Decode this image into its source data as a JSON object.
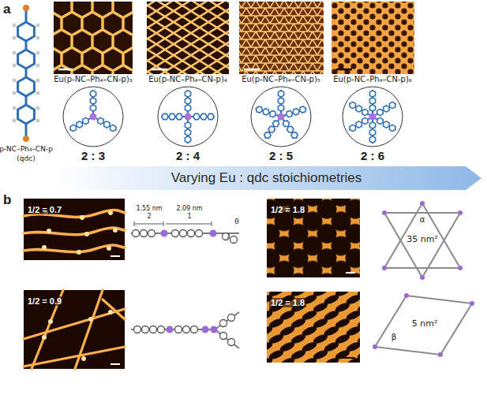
{
  "diagram": {
    "nodes": [
      {
        "text": [
          "Varying Eu : qdc stoichiometries"
        ]
      },
      {
        "text": [
          "1/2 = 0.7"
        ]
      },
      {
        "text": [
          "1/2 = 0.9"
        ]
      },
      {
        "text": [
          "1/2 = 1.8"
        ]
      },
      {
        "text": [
          "1/2 = 1.8"
        ]
      }
    ],
    "labels": [
      "a",
      "p-NC–Ph₄–CN-p",
      "(qdc)",
      "Eu(p-NC–Ph₄–CN-p)₃",
      "Eu(p-NC–Ph₄–CN-p)₄",
      "Eu(p-NC–Ph₄–CN-p)₅",
      "Eu(p-NC–Ph₄–CN-p)₆",
      "2 : 3",
      "2 : 4",
      "2 : 5",
      "2 : 6",
      "b",
      "1.55 nm",
      "2.09 nm",
      "2",
      "1",
      "θ",
      "α",
      "35 nm²",
      "β",
      "5 nm²"
    ]
  }
}
